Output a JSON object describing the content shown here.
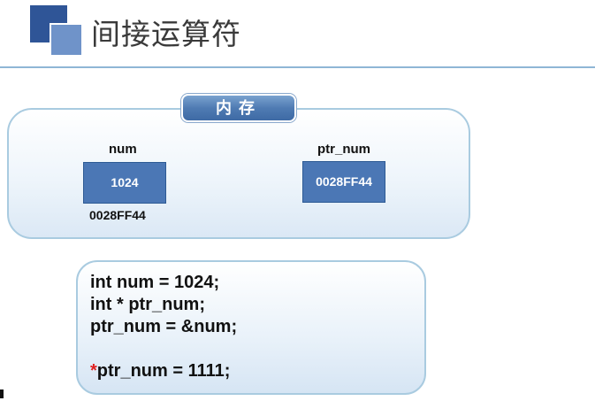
{
  "title": "间接运算符",
  "memory": {
    "header": "内存",
    "num": {
      "name": "num",
      "value": "1024",
      "address": "0028FF44"
    },
    "ptr_num": {
      "name": "ptr_num",
      "value": "0028FF44"
    }
  },
  "code": {
    "line1": "int num = 1024;",
    "line2": "int * ptr_num;",
    "line3": "ptr_num = &num;",
    "line5_star": "*",
    "line5_rest": "ptr_num = 1111;"
  },
  "colors": {
    "cell_fill": "#4b77b5",
    "header_fill": "#4f7bb3",
    "deref_star": "#e02020",
    "logo_dark": "#2f5597",
    "logo_light": "#6f93c9"
  }
}
